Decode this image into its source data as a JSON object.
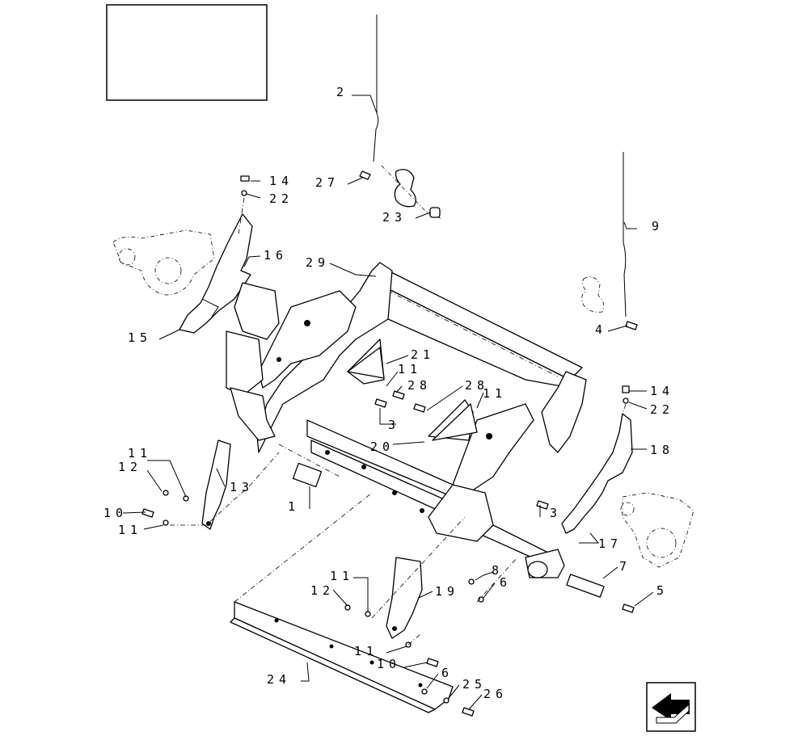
{
  "diagram": {
    "title_box": "",
    "callouts": {
      "c1": "1",
      "c2": "2",
      "c3a": "3",
      "c3b": "3",
      "c4": "4",
      "c5": "5",
      "c6a": "6",
      "c6b": "6",
      "c7": "7",
      "c8": "8",
      "c9": "9",
      "c10a": "10",
      "c10b": "10",
      "c11a": "11",
      "c11b": "11",
      "c11c": "11",
      "c11d": "11",
      "c11e": "11",
      "c11f": "11",
      "c12a": "12",
      "c12b": "12",
      "c13": "13",
      "c14a": "14",
      "c14b": "14",
      "c15": "15",
      "c16": "16",
      "c17": "17",
      "c18": "18",
      "c19": "19",
      "c20": "20",
      "c21": "21",
      "c22a": "22",
      "c22b": "22",
      "c23": "23",
      "c24": "24",
      "c25": "25",
      "c26": "26",
      "c27": "27",
      "c28a": "28",
      "c28b": "28",
      "c29": "29"
    },
    "nav_icon": "next-page-arrow-icon"
  }
}
